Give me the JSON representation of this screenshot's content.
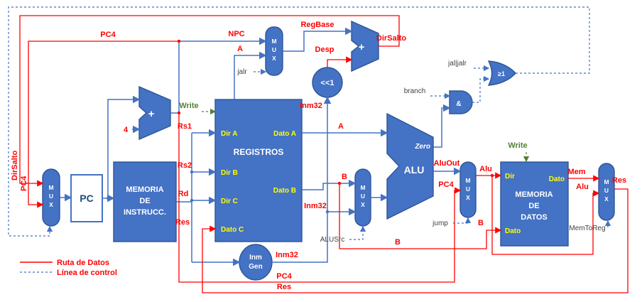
{
  "legend": {
    "data_path": "Ruta de Datos",
    "control_line": "Línea de control"
  },
  "colors": {
    "block_fill": "#4472C4",
    "block_stroke": "#2F5597",
    "wire_blue": "#4472C4",
    "wire_red": "#FF0000",
    "write_green": "#538135",
    "port_yellow": "#FFFF00",
    "control_text": "#404040"
  },
  "blocks": {
    "pc": "PC",
    "instr_mem": [
      "MEMORIA",
      "DE",
      "INSTRUCC."
    ],
    "registers": {
      "title": "REGISTROS",
      "dir_a": "Dir A",
      "dir_b": "Dir B",
      "dir_c": "Dir C",
      "dato_c": "Dato C",
      "dato_a": "Dato A",
      "dato_b": "Dato B"
    },
    "data_mem": {
      "l1": "MEMORIA",
      "l2": "DE",
      "l3": "DATOS",
      "dir": "Dir",
      "dato_in": "Dato",
      "dato_out": "Dato"
    },
    "imm_gen": [
      "Inm",
      "Gen"
    ],
    "mux": [
      "M",
      "U",
      "X"
    ],
    "adder": "+",
    "shl": "<<1",
    "alu": "ALU",
    "and_gate": "&",
    "or_gate": "≥1"
  },
  "signals": {
    "dirsalto": "DirSalto",
    "pc4": "PC4",
    "npc": "NPC",
    "a": "A",
    "b": "B",
    "regbase": "RegBase",
    "desp": "Desp",
    "inm32": "Inm32",
    "rs1": "Rs1",
    "rs2": "Rs2",
    "rd": "Rd",
    "res": "Res",
    "aluout": "AluOut",
    "alu": "Alu",
    "mem": "Mem",
    "zero": "Zero",
    "four": "4",
    "write": "Write"
  },
  "controls": {
    "jalr": "jalr",
    "jal_jalr": "jal|jalr",
    "branch": "branch",
    "alusrc": "ALUSrc",
    "jump": "jump",
    "memtoreg": "MemToReg"
  }
}
